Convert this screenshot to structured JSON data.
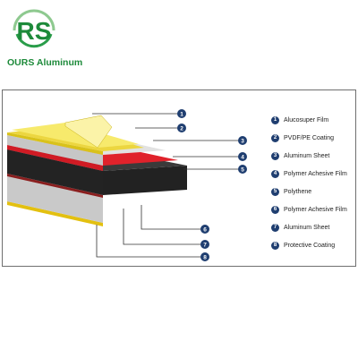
{
  "brand": {
    "logo_letters": "RS",
    "name": "OURS Aluminum",
    "color": "#1d8a3a",
    "accent_color": "#2a9d4a"
  },
  "diagram": {
    "marker_color": "#1f3e70",
    "callouts": [
      "1",
      "2",
      "3",
      "4",
      "5",
      "6",
      "7",
      "8"
    ]
  },
  "legend": [
    {
      "number": "1",
      "label": "Alucosuper Film"
    },
    {
      "number": "2",
      "label": "PVDF/PE Coating"
    },
    {
      "number": "3",
      "label": "Aluminum Sheet"
    },
    {
      "number": "4",
      "label": "Polymer Achesive Film"
    },
    {
      "number": "5",
      "label": "Polythene"
    },
    {
      "number": "6",
      "label": "Polymer Achesive Film"
    },
    {
      "number": "7",
      "label": "Aluminum Sheet"
    },
    {
      "number": "8",
      "label": "Protective Coating"
    }
  ]
}
